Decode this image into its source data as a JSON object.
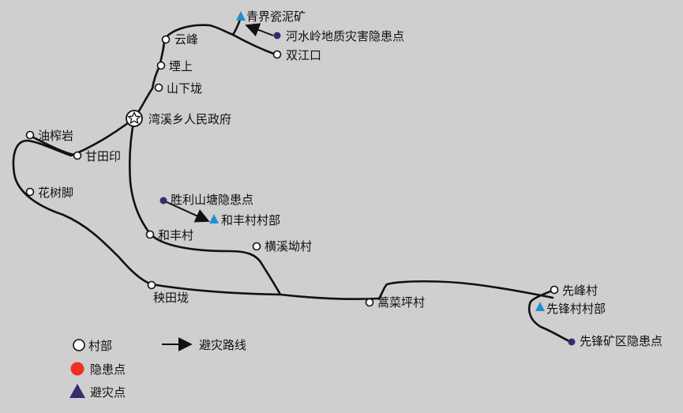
{
  "map": {
    "villages": {
      "yunfeng": "云峰",
      "yanshang": "堙上",
      "shanxialong": "山下垅",
      "youzhayan": "油榨岩",
      "gantianyin": "甘田印",
      "huashujiao": "花树脚",
      "hefengcun": "和丰村",
      "hengxiaoaocun": "横溪坳村",
      "yangtianlong": "秧田垅",
      "gaocaipingcun": "蒿菜坪村",
      "xianfengcun": "先峰村",
      "shuangjiangkou": "双江口"
    },
    "government": "湾溪乡人民政府",
    "hazards": {
      "heshuiling": "河水岭地质灾害隐患点",
      "shengli": "胜利山塘隐患点",
      "xianfengkuang": "先锋矿区隐患点"
    },
    "shelters": {
      "qingjie": "青界瓷泥矿",
      "hefengcunbu": "和丰村村部",
      "xianfengcunbu": "先锋村村部"
    }
  },
  "legend": {
    "village_label": "村部",
    "route_label": "避灾路线",
    "hazard_label": "隐患点",
    "shelter_label": "避灾点"
  },
  "colors": {
    "background": "#cfcfcf",
    "road": "#111111",
    "hazard_map": "#3a2a6e",
    "hazard_legend": "#ee3124",
    "shelter_map": "#1e8fd0",
    "shelter_legend": "#3a2a6e"
  }
}
